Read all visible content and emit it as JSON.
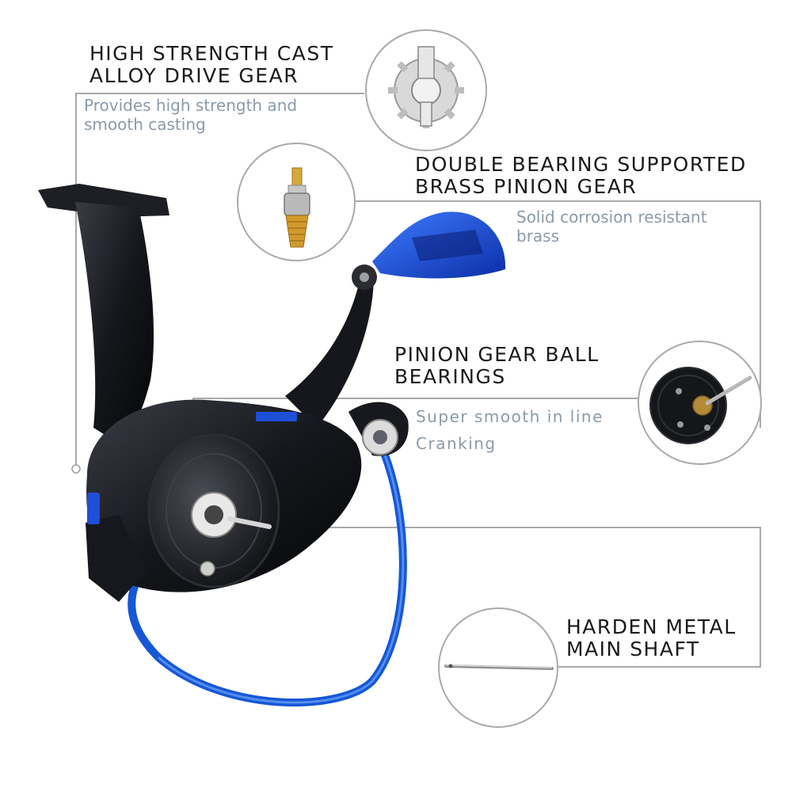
{
  "features": [
    {
      "title": "HIGH STRENGTH CAST\nALLOY DRIVE GEAR",
      "description": "Provides high strength and\nsmooth casting",
      "icon": "drive-gear-icon"
    },
    {
      "title": "DOUBLE BEARING SUPPORTED\nBRASS PINION GEAR",
      "description": "Solid corrosion resistant\nbrass",
      "icon": "brass-pinion-gear-icon"
    },
    {
      "title": "PINION GEAR BALL\nBEARINGS",
      "description": "Super smooth in line\nCranking",
      "icon": "ball-bearing-icon"
    },
    {
      "title": "HARDEN METAL\nMAIN SHAFT",
      "description": "",
      "icon": "main-shaft-icon"
    }
  ],
  "colors": {
    "title": "#1a1a1a",
    "description": "#8a9aa8",
    "leader_line": "#a9a9a9",
    "reel_body": "#15171c",
    "accent_blue": "#1d4fd8"
  }
}
